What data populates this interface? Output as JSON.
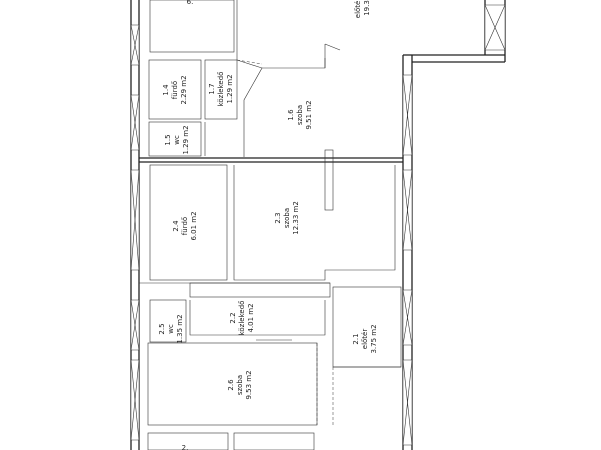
{
  "plan": {
    "rooms": [
      {
        "id": "room-top-partial",
        "number": "",
        "name": "",
        "area": "6."
      },
      {
        "id": "room-elotere-top",
        "number": "",
        "name": "előtér",
        "area": "19.3"
      },
      {
        "id": "room-1-4",
        "number": "1.4",
        "name": "fürdő",
        "area": "2.29 m2"
      },
      {
        "id": "room-1-7",
        "number": "1.7",
        "name": "közlekedő",
        "area": "1.29 m2"
      },
      {
        "id": "room-1-6",
        "number": "1.6",
        "name": "szoba",
        "area": "9.51 m2"
      },
      {
        "id": "room-1-5",
        "number": "1.5",
        "name": "wc",
        "area": "1.29 m2"
      },
      {
        "id": "room-2-4",
        "number": "2.4",
        "name": "fürdő",
        "area": "6.01 m2"
      },
      {
        "id": "room-2-3",
        "number": "2.3",
        "name": "szoba",
        "area": "12.33 m2"
      },
      {
        "id": "room-2-5",
        "number": "2.5",
        "name": "wc",
        "area": "1.35 m2"
      },
      {
        "id": "room-2-2",
        "number": "2.2",
        "name": "közlekedő",
        "area": "4.01 m2"
      },
      {
        "id": "room-2-1",
        "number": "2.1",
        "name": "előtér",
        "area": "3.75 m2"
      },
      {
        "id": "room-2-6",
        "number": "2.6",
        "name": "szoba",
        "area": "9.53 m2"
      },
      {
        "id": "room-bottom-partial",
        "number": "2.",
        "name": "",
        "area": ""
      }
    ]
  }
}
